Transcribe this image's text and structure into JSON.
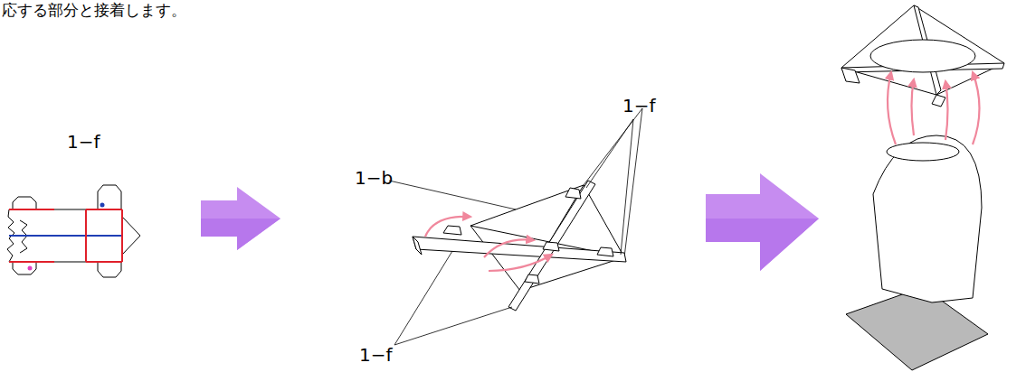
{
  "diagram": {
    "labels": [
      "応する部分と接着します。",
      "1−f",
      "1−b",
      "1−f",
      "1−f"
    ]
  }
}
